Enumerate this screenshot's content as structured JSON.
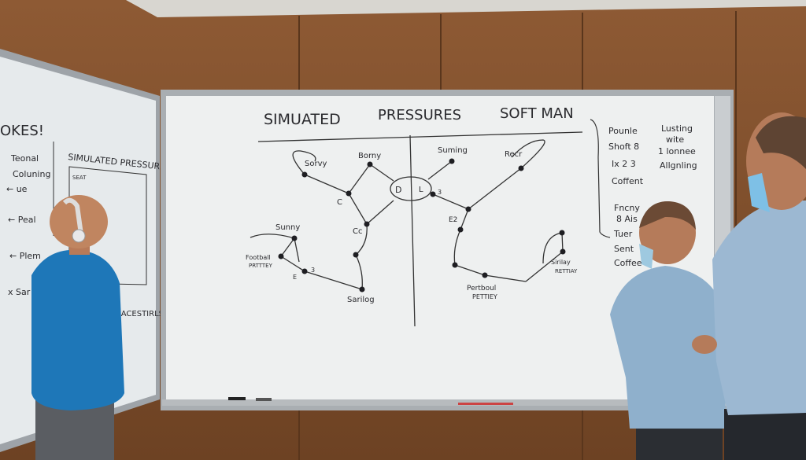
{
  "main_board": {
    "title_words": [
      "SIMUATED",
      "PRESSURES",
      "SOFT MAN"
    ],
    "left_labels": [
      "Sorvy",
      "Borny",
      "C",
      "Cc",
      "Sarilog",
      "Sunny",
      "Football",
      "PRTTTEY",
      "E",
      "3"
    ],
    "center_labels": [
      "D",
      "L",
      "3"
    ],
    "right_labels": [
      "Suming",
      "Recr",
      "E2",
      "Pertboul",
      "PETTIEY",
      "Sirilay",
      "RETTIAY"
    ],
    "list_col1": [
      "Pounle",
      "Shoft 8",
      "Ix 2 3",
      "Coffent",
      "Fncny",
      "8 Ais",
      "Tuer",
      "Sent",
      "Coffee"
    ],
    "list_col2": [
      "Lusting",
      "wite",
      "1 lonnee",
      "Allgnling"
    ]
  },
  "left_board": {
    "heading": "OKES!",
    "list": [
      "Teonal",
      "Coluning",
      "← ue",
      "← Peal",
      "← Plem",
      "x Sar"
    ],
    "title": "SIMULATED PRESSURES",
    "box_label": "SEAT",
    "footer": "L ACESTIRLS"
  },
  "colors": {
    "wall": "#8a5530",
    "board": "#eef0f0",
    "frame": "#b8bcc0",
    "ink": "#2a2a2e",
    "polo": "#1e77b8",
    "shirt": "#8fb0cc"
  }
}
